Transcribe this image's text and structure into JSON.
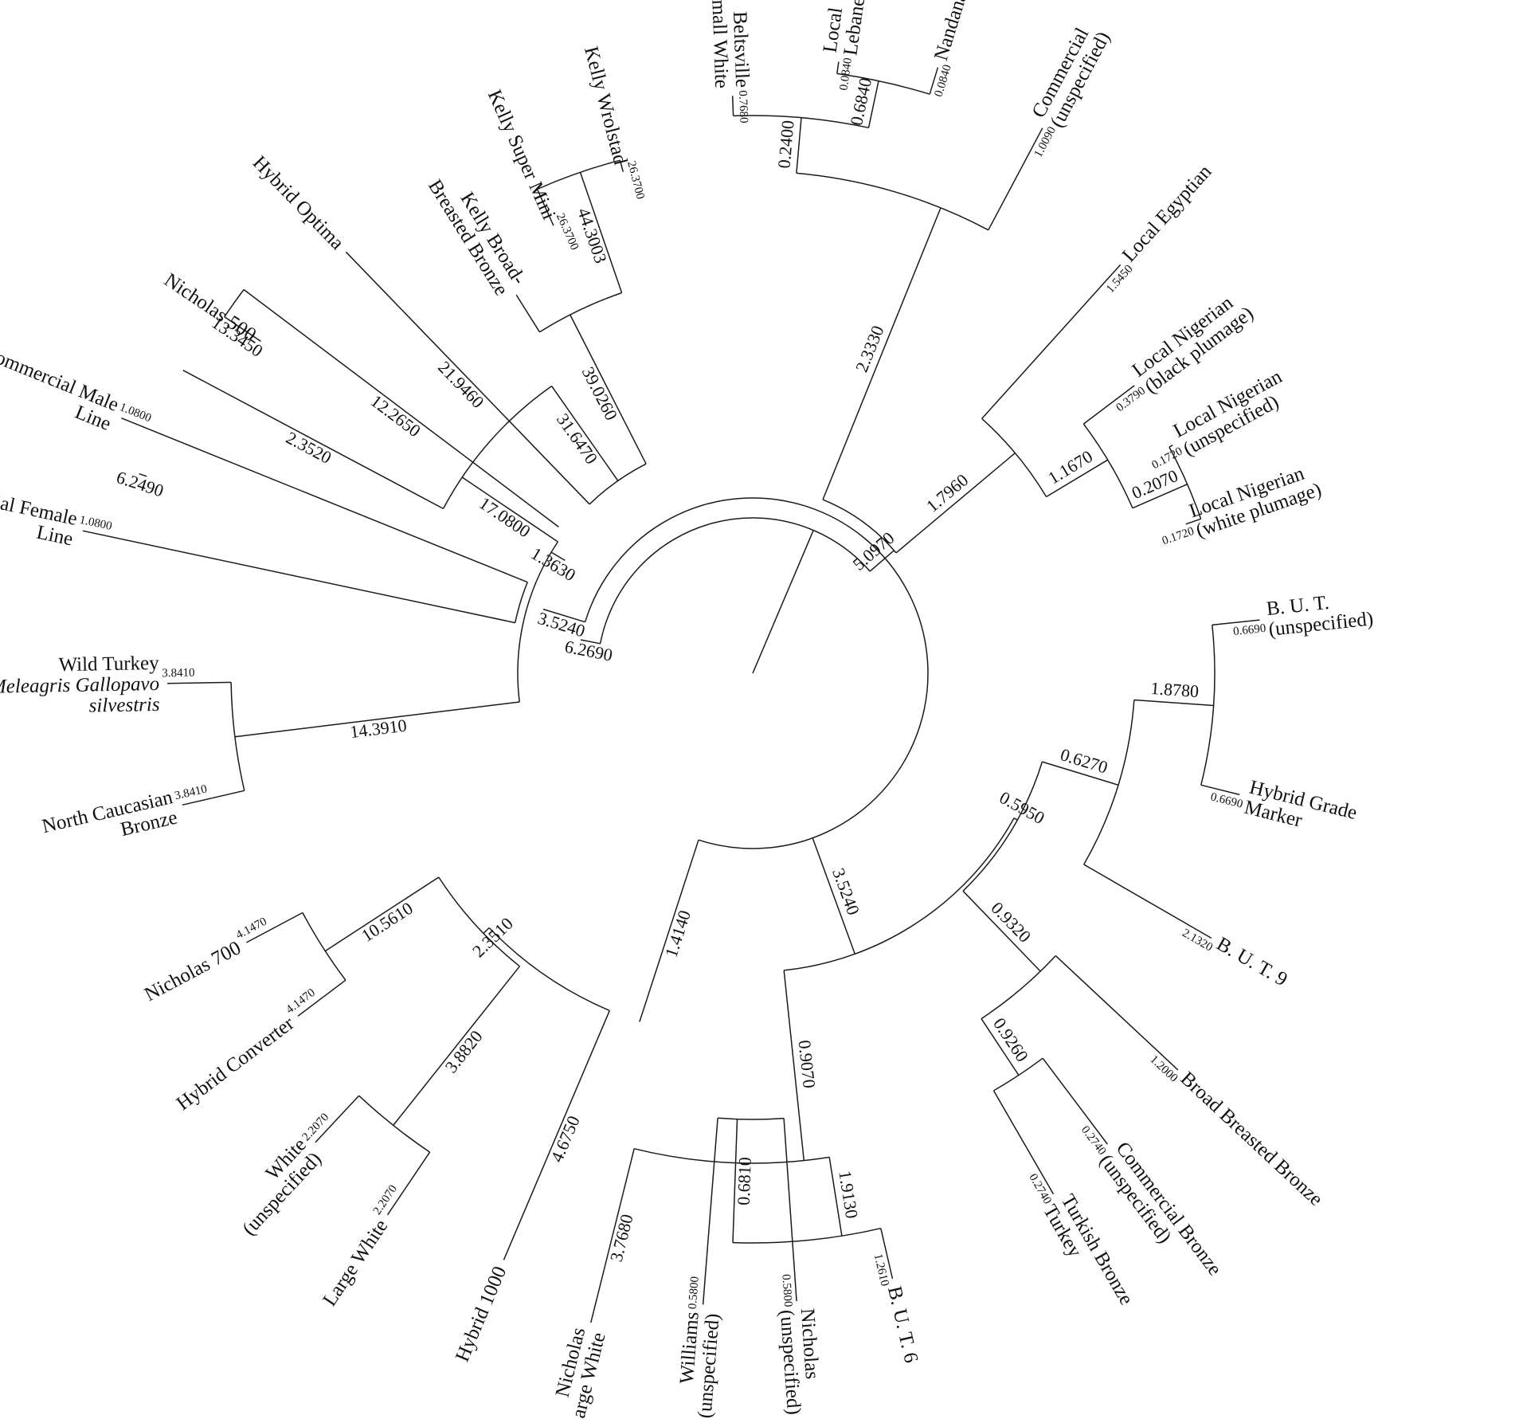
{
  "tree": {
    "leaves": [
      {
        "key": "L1",
        "lines": [
          "Kelly Wrolstad"
        ],
        "length": "26.3700"
      },
      {
        "key": "L2",
        "lines": [
          "Kelly Super Mini"
        ],
        "length": "26.3700"
      },
      {
        "key": "L3",
        "lines": [
          "Kelly Broad-",
          "Breasted Bronze"
        ],
        "length": ""
      },
      {
        "key": "L4",
        "lines": [
          "Hybrid Optima"
        ],
        "length": ""
      },
      {
        "key": "L5",
        "lines": [
          "Nicholas 500"
        ],
        "length": ""
      },
      {
        "key": "L6",
        "lines": [
          "Commercial Male",
          "Line"
        ],
        "length": "1.0800"
      },
      {
        "key": "L7",
        "lines": [
          "Commercial Female",
          "Line"
        ],
        "length": "1.0800"
      },
      {
        "key": "L8",
        "lines": [
          "Wild Turkey"
        ],
        "italic_lines": [
          "Meleagris Gallopavo",
          "silvestris"
        ],
        "length": "3.8410"
      },
      {
        "key": "L9",
        "lines": [
          "North Caucasian",
          "Bronze"
        ],
        "length": "3.8410"
      },
      {
        "key": "L10",
        "lines": [
          "Nicholas 700"
        ],
        "length": "4.1470"
      },
      {
        "key": "L11",
        "lines": [
          "Hybrid Converter"
        ],
        "length": "4.1470"
      },
      {
        "key": "L12",
        "lines": [
          "White",
          "(unspecified)"
        ],
        "length": "2.2070"
      },
      {
        "key": "L13",
        "lines": [
          "Large White"
        ],
        "length": "2.2070"
      },
      {
        "key": "L14",
        "lines": [
          "Hybrid 1000"
        ],
        "length": ""
      },
      {
        "key": "L15",
        "lines": [
          "Nicholas",
          "Large White"
        ],
        "length": ""
      },
      {
        "key": "L16",
        "lines": [
          "Williams",
          "(unspecified)"
        ],
        "length": "0.5800"
      },
      {
        "key": "L17",
        "lines": [
          "Nicholas",
          "(unspecified)"
        ],
        "length": "0.5800"
      },
      {
        "key": "L18",
        "lines": [
          "B. U. T. 6"
        ],
        "length": "1.2610"
      },
      {
        "key": "L19",
        "lines": [
          "Turkish Bronze",
          "Turkey"
        ],
        "length": "0.2740"
      },
      {
        "key": "L20",
        "lines": [
          "Commercial Bronze",
          "(unspecified)"
        ],
        "length": "0.2740"
      },
      {
        "key": "L21",
        "lines": [
          "Broad Breasted Bronze"
        ],
        "length": "1.2000"
      },
      {
        "key": "L22",
        "lines": [
          "B. U. T. 9"
        ],
        "length": "2.1320"
      },
      {
        "key": "L23",
        "lines": [
          "Hybrid Grade",
          "Marker"
        ],
        "length": "0.6690"
      },
      {
        "key": "L24",
        "lines": [
          "B. U. T.",
          "(unspecified)"
        ],
        "length": "0.6690"
      },
      {
        "key": "L25",
        "lines": [
          "Local Nigerian",
          "(white plumage)"
        ],
        "length": "0.1720"
      },
      {
        "key": "L26",
        "lines": [
          "Local Nigerian",
          "(unspecified)"
        ],
        "length": "0.1720"
      },
      {
        "key": "L27",
        "lines": [
          "Local Nigerian",
          "(black plumage)"
        ],
        "length": "0.3790"
      },
      {
        "key": "L28",
        "lines": [
          "Local Egyptian"
        ],
        "length": "1.5450"
      },
      {
        "key": "L29",
        "lines": [
          "Commercial",
          "(unspecified)"
        ],
        "length": "1.0090"
      },
      {
        "key": "L30",
        "lines": [
          "Nandanam"
        ],
        "length": "0.0840"
      },
      {
        "key": "L31",
        "lines": [
          "Local",
          "Lebanese"
        ],
        "length": "0.0840"
      },
      {
        "key": "L32",
        "lines": [
          "Beltsville",
          "Small White"
        ],
        "length": "0.7680"
      }
    ],
    "internal_branches": {
      "wrolstad_supermini": "44.3003",
      "kelly_broad": "39.0260",
      "kelly_clade": "31.6470",
      "hybrid_optima": "21.9460",
      "optima_kelly": "17.0800",
      "nicholas500": "13.3450",
      "commercial_lines": "12.2650",
      "nicholas500_commercial": "6.2490",
      "group_a_join": "2.3520",
      "wild_caucasian": "14.3910",
      "group_b_join": "1.3630",
      "nicholas700_converter": "10.5610",
      "white_largewhite": "3.8820",
      "white_nicholas700": "2.3510",
      "hybrid1000": "4.6750",
      "hybrid1000_join": "1.4140",
      "nicholas_large_white": "3.7680",
      "williams_nicholas": "0.6810",
      "but6_clade": "1.9130",
      "nlw_but6": "0.9070",
      "turkish_commercial": "0.9260",
      "broad_breasted_join": "0.9320",
      "but_hybrid": "1.8780",
      "but_pair_join": "0.6270",
      "bronze_but_group": "0.5950",
      "left_half": "3.5240",
      "nigerian_white_unspec": "0.2070",
      "nigerian_all": "1.1670",
      "egyptian_nigerian": "1.7960",
      "nandanam_lebanese": "0.6840",
      "beltsville_lebanese": "0.2400",
      "commercial_join": "2.3330",
      "right_upper": "5.0970",
      "right_upper_stem": "6.2690"
    }
  }
}
